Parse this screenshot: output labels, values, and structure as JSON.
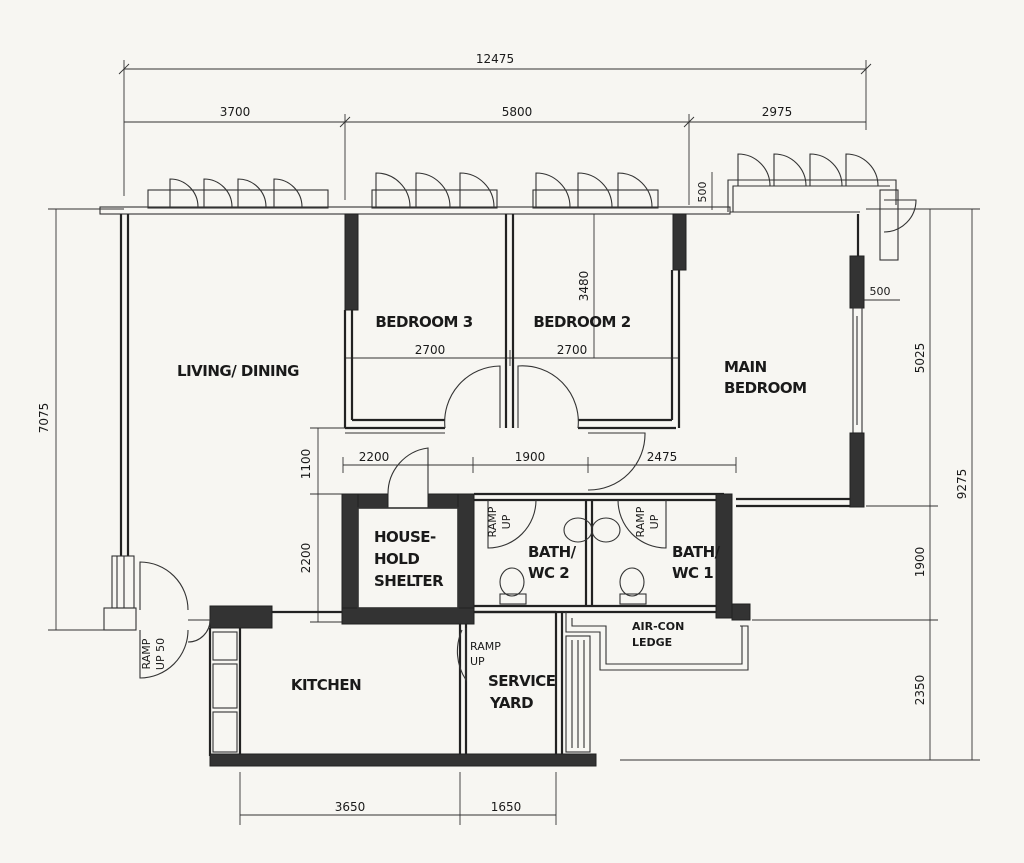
{
  "rooms": {
    "living_dining": "LIVING/ DINING",
    "bedroom3": "BEDROOM 3",
    "bedroom2": "BEDROOM 2",
    "main_bedroom": [
      "MAIN",
      "BEDROOM"
    ],
    "household_shelter": [
      "HOUSE-",
      "HOLD",
      "SHELTER"
    ],
    "bath_wc2": [
      "BATH/",
      "WC 2"
    ],
    "bath_wc1": [
      "BATH/",
      "WC 1"
    ],
    "kitchen": "KITCHEN",
    "service_yard": [
      "SERVICE",
      "YARD"
    ],
    "aircon_ledge": [
      "AIR-CON",
      "LEDGE"
    ]
  },
  "ramps": {
    "entrance": [
      "RAMP",
      "UP 50"
    ],
    "bath2": [
      "RAMP",
      "UP"
    ],
    "bath1": [
      "RAMP",
      "UP"
    ],
    "service_yard": [
      "RAMP",
      "UP"
    ]
  },
  "dimensions": {
    "overall_width": "12475",
    "top_left": "3700",
    "top_mid": "5800",
    "top_right": "2975",
    "balcony_depth": "500",
    "right_offset": "500",
    "bedroom_depth": "3480",
    "bedroom3_width": "2700",
    "bedroom2_width": "2700",
    "corridor_left": "2200",
    "corridor_mid": "1900",
    "corridor_right": "2475",
    "left_height": "7075",
    "corridor_height": "1100",
    "shelter_height": "2200",
    "right_upper": "5025",
    "right_mid": "1900",
    "right_lower": "2350",
    "right_total": "9275",
    "bottom_left": "3650",
    "bottom_right": "1650"
  }
}
